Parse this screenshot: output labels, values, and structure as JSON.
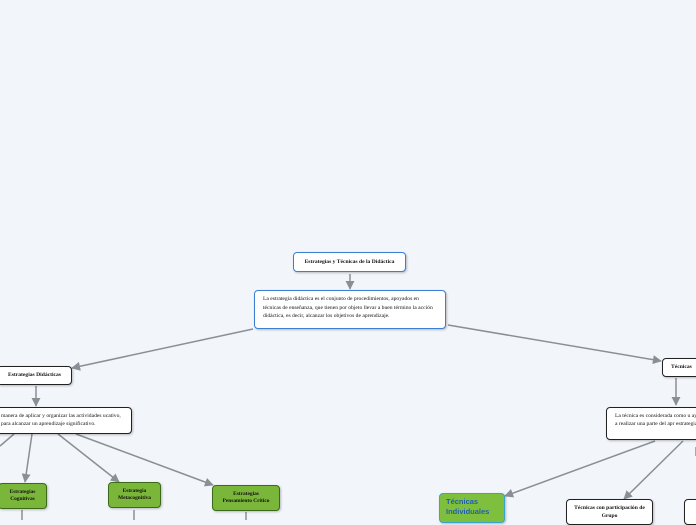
{
  "root": {
    "title": "Estrategias y Técnicas de la Didáctica"
  },
  "definition": {
    "text": "La estrategia didáctica es el conjunto de procedimientos, apoyados en técnicas de enseñanza, que tienen por objeto llevar a buen término la acción didáctica, es decir, alcanzar los objetivos de aprendizaje."
  },
  "left_branch": {
    "title": "Estrategias Didácticas",
    "desc": "manera de aplicar y organizar las actividades ucativo, para alcanzar un aprendizaje significativo.",
    "children": [
      {
        "label": "Estrategias Cognitivas"
      },
      {
        "label": "Estrategia Metacognitiva"
      },
      {
        "label": "Estrategias Pensamiento Crítico"
      }
    ]
  },
  "right_branch": {
    "title": "Técnicas",
    "desc": "La técnica es considerada como u ayudar a realizar una parte del apr estrategia.",
    "children": [
      {
        "label": "Técnicas Individuales"
      },
      {
        "label": "Técnicas con participación de Grupo"
      }
    ]
  },
  "colors": {
    "connector": "#8a8f96",
    "accent_blue": "#3a7fd5",
    "green": "#7ab63a",
    "background": "#f2f6fb"
  }
}
